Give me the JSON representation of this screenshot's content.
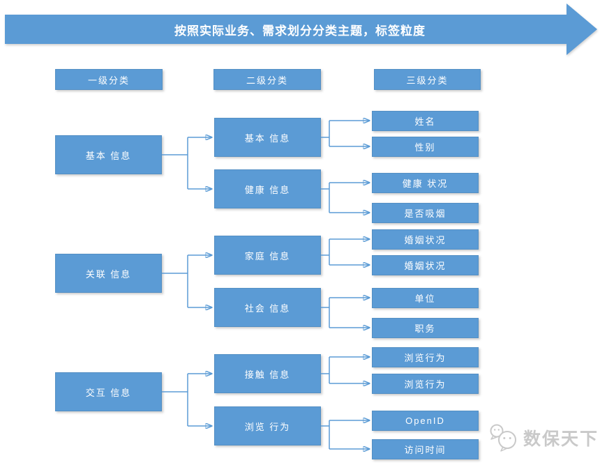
{
  "banner": {
    "text": "按照实际业务、需求划分分类主题，标签粒度"
  },
  "headers": [
    {
      "label": "一级分类"
    },
    {
      "label": "二级分类"
    },
    {
      "label": "三级分类"
    }
  ],
  "tree": [
    {
      "label": "基本 信息",
      "children": [
        {
          "label": "基本 信息",
          "children": [
            {
              "label": "姓名"
            },
            {
              "label": "性别"
            }
          ]
        },
        {
          "label": "健康 信息",
          "children": [
            {
              "label": "健康 状况"
            },
            {
              "label": "是否吸烟"
            }
          ]
        }
      ]
    },
    {
      "label": "关联 信息",
      "children": [
        {
          "label": "家庭 信息",
          "children": [
            {
              "label": "婚姻状况"
            },
            {
              "label": "婚姻状况"
            }
          ]
        },
        {
          "label": "社会 信息",
          "children": [
            {
              "label": "单位"
            },
            {
              "label": "职务"
            }
          ]
        }
      ]
    },
    {
      "label": "交互 信息",
      "children": [
        {
          "label": "接触 信息",
          "children": [
            {
              "label": "浏览行为"
            },
            {
              "label": "浏览行为"
            }
          ]
        },
        {
          "label": "浏览 行为",
          "children": [
            {
              "label": "OpenID"
            },
            {
              "label": "访问时间"
            }
          ]
        }
      ]
    }
  ],
  "watermark": {
    "text": "数保天下",
    "icon": "wechat-icon"
  },
  "colors": {
    "accent_blue": "#5B9BD5",
    "box_text": "#FFFFFF",
    "watermark_gray": "#C9C9C9"
  }
}
